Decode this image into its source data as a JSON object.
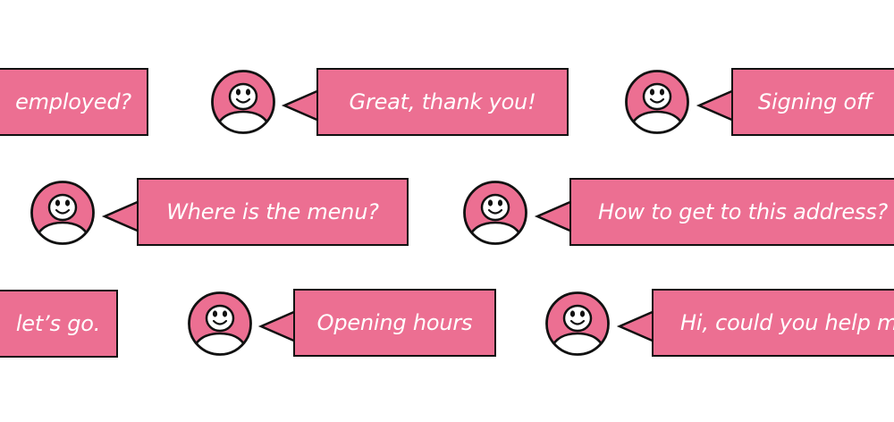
{
  "colors": {
    "bubble_fill": "#ec6f92",
    "outline": "#111111",
    "text": "#ffffff",
    "background": "#ffffff"
  },
  "icons": [
    "smiling-person-avatar-icon",
    "speech-bubble-tail-icon"
  ],
  "rows": [
    {
      "messages": [
        {
          "text": "employed?",
          "avatar": false
        },
        {
          "text": "Great, thank you!",
          "avatar": true
        },
        {
          "text": "Signing off",
          "avatar": true
        }
      ]
    },
    {
      "messages": [
        {
          "text": "Where is the menu?",
          "avatar": true
        },
        {
          "text": "How to get to this address?",
          "avatar": true
        }
      ]
    },
    {
      "messages": [
        {
          "text": "let’s go.",
          "avatar": false
        },
        {
          "text": "Opening hours",
          "avatar": true
        },
        {
          "text": "Hi, could you help me",
          "avatar": true
        }
      ]
    }
  ]
}
